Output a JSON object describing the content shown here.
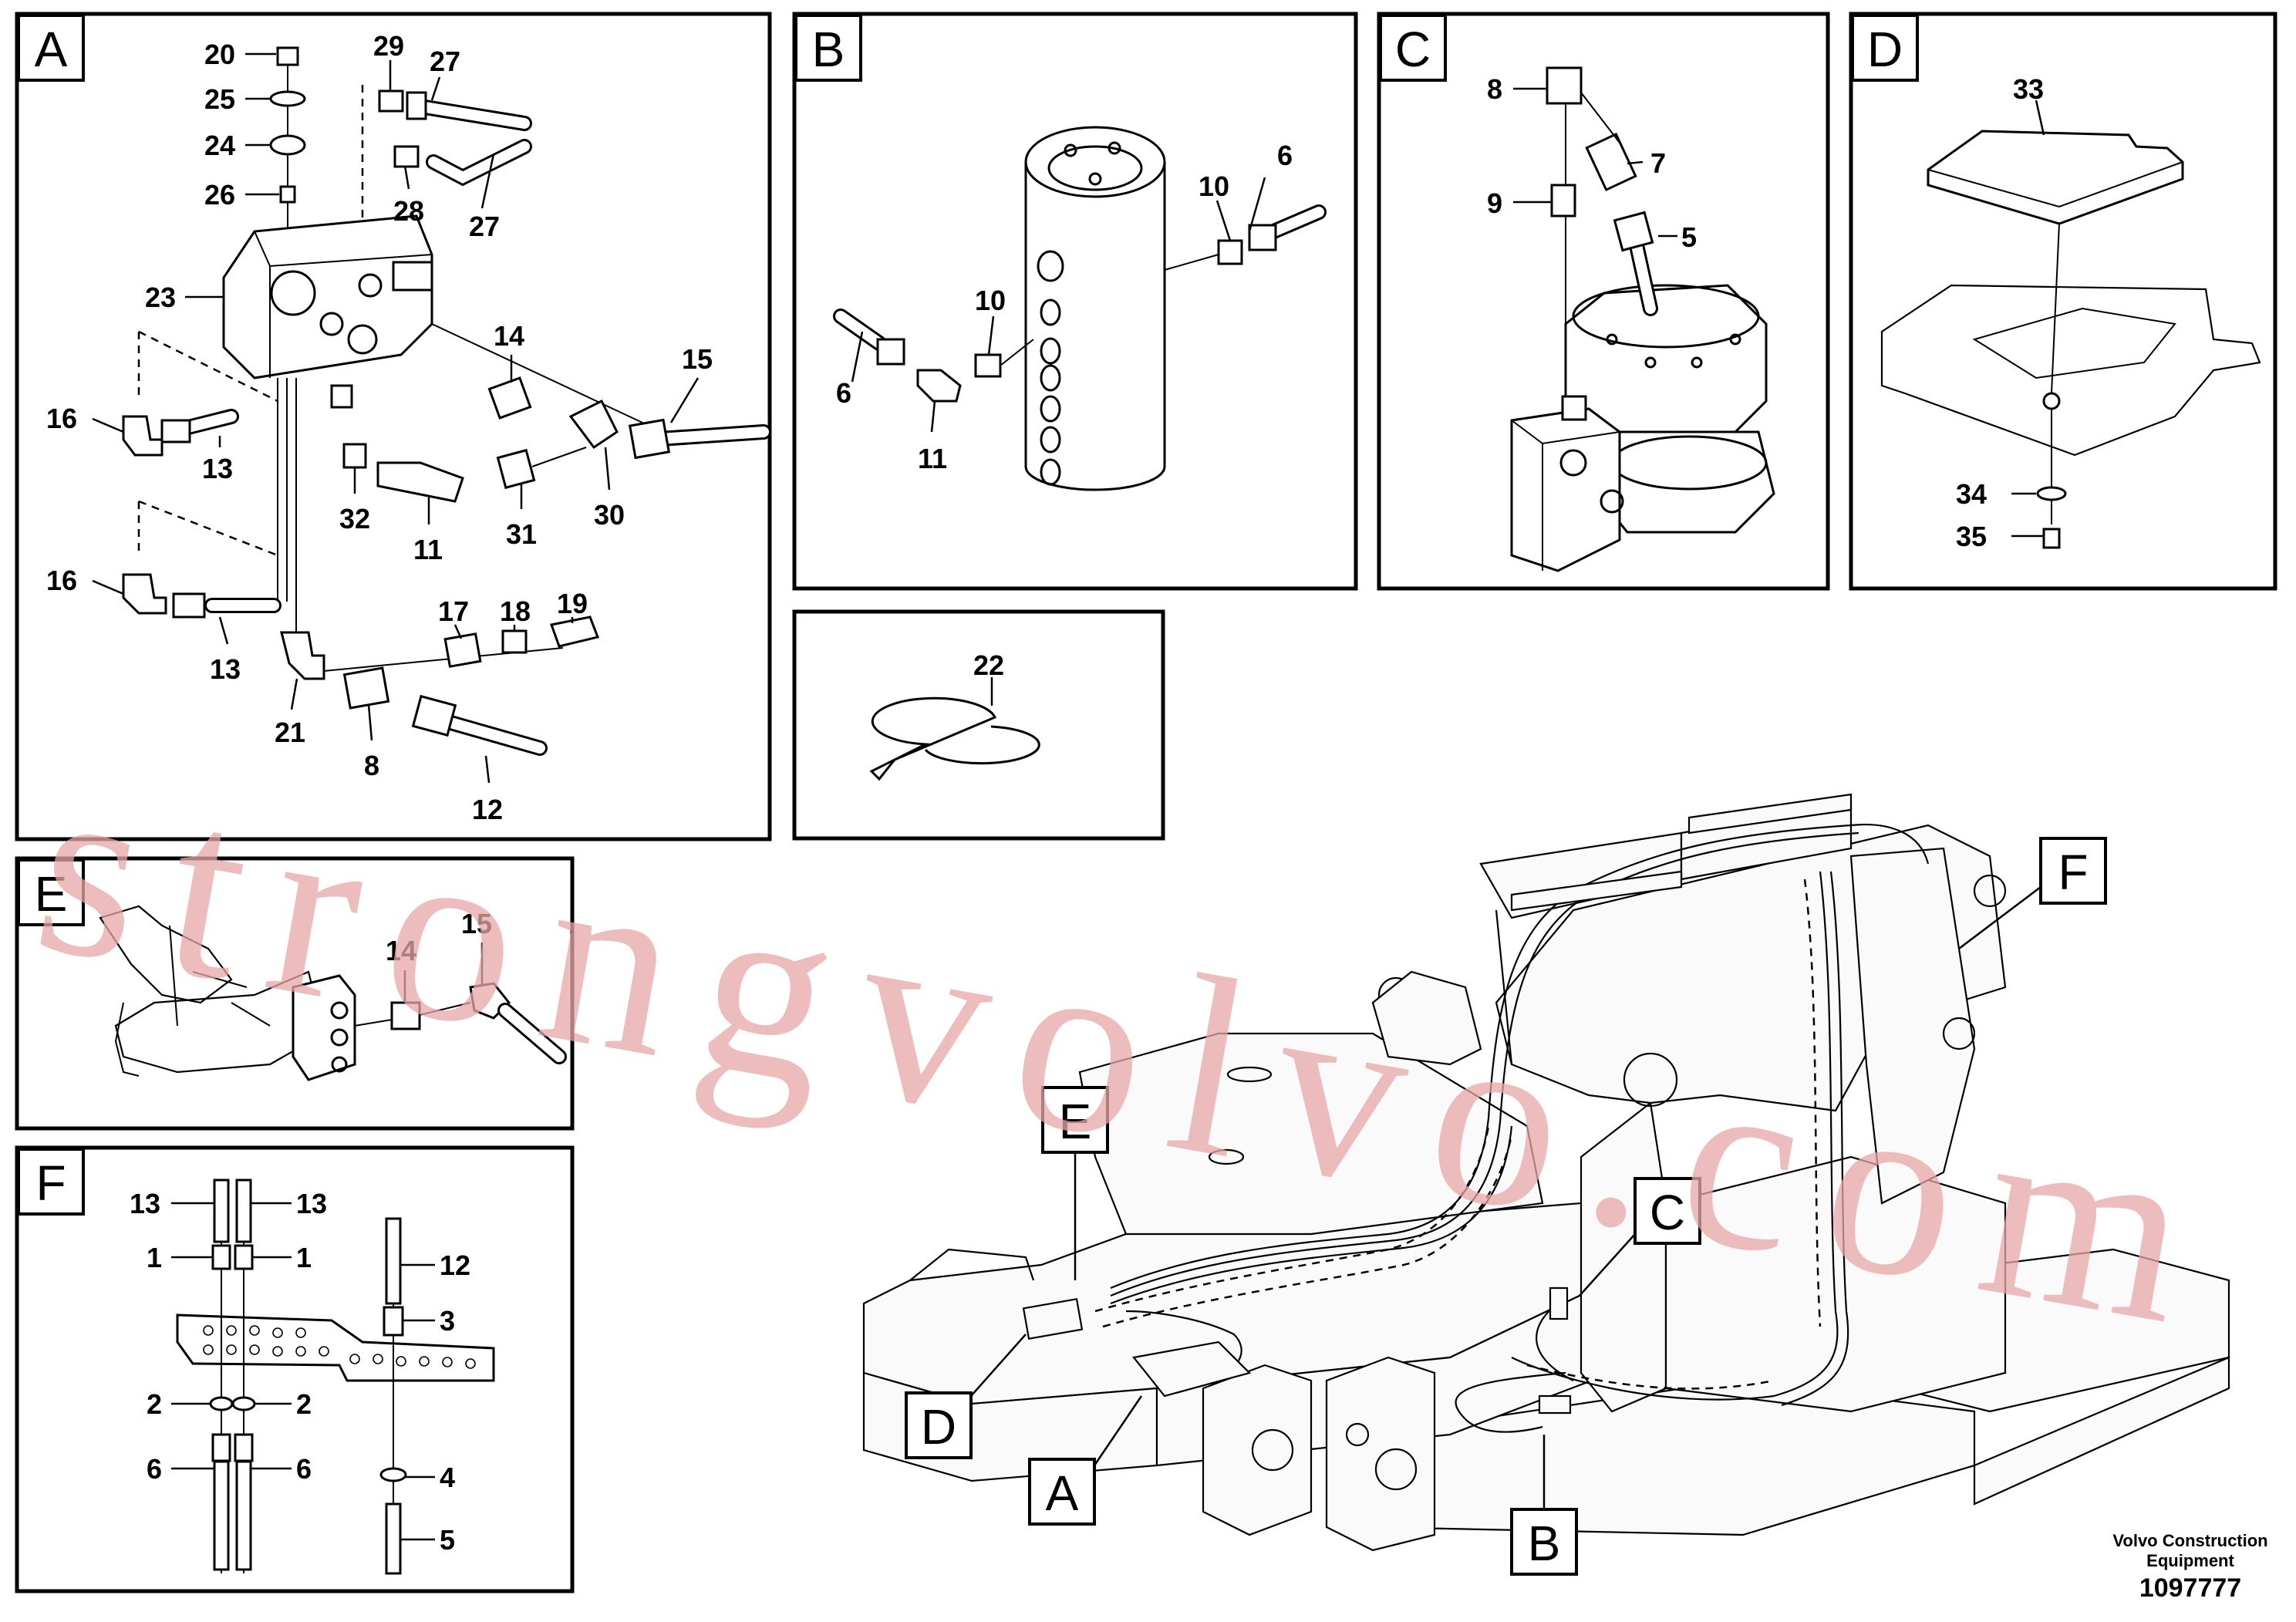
{
  "panels": {
    "a": {
      "letter": "A",
      "callouts": [
        "20",
        "25",
        "24",
        "26",
        "29",
        "27",
        "28",
        "27",
        "23",
        "14",
        "15",
        "16",
        "13",
        "32",
        "11",
        "31",
        "30",
        "16",
        "13",
        "17",
        "18",
        "19",
        "21",
        "8",
        "12"
      ]
    },
    "b": {
      "letter": "B",
      "callouts": [
        "6",
        "10",
        "10",
        "6",
        "11"
      ]
    },
    "c": {
      "letter": "C",
      "callouts": [
        "8",
        "7",
        "9",
        "5"
      ]
    },
    "d": {
      "letter": "D",
      "callouts": [
        "33",
        "34",
        "35"
      ]
    },
    "tie": {
      "callouts": [
        "22"
      ]
    },
    "e": {
      "letter": "E",
      "callouts": [
        "14",
        "15"
      ]
    },
    "f": {
      "letter": "F",
      "callouts": [
        "13",
        "13",
        "1",
        "1",
        "12",
        "3",
        "2",
        "2",
        "6",
        "6",
        "4",
        "5"
      ]
    }
  },
  "main_view": {
    "locator_labels": [
      "E",
      "C",
      "F",
      "D",
      "A",
      "B"
    ]
  },
  "watermark": "strongvolvo.com",
  "footer": {
    "company_line1": "Volvo Construction",
    "company_line2": "Equipment",
    "doc_number": "1097777"
  }
}
